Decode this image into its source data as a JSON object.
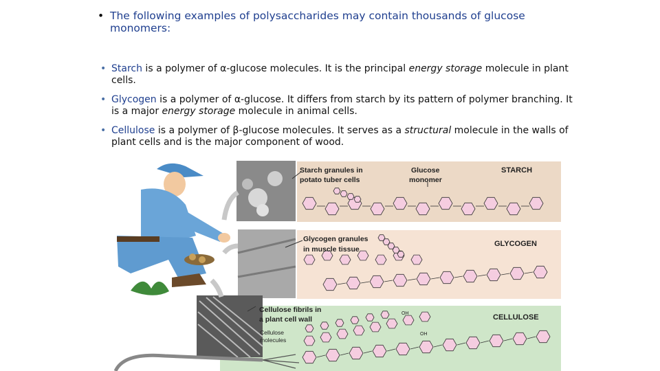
{
  "heading": {
    "bullet": "•",
    "text": "The following examples of polysaccharides may contain thousands of glucose monomers:"
  },
  "bullets": [
    {
      "term": "Starch",
      "pre": " is a polymer of α-glucose molecules. It is the principal ",
      "em": "energy storage",
      "post": " molecule in plant cells."
    },
    {
      "term": "Glycogen",
      "pre": " is a polymer of α-glucose. It differs from starch by its pattern of polymer branching. It is a major ",
      "em": "energy storage",
      "post": " molecule in animal cells."
    },
    {
      "term": "Cellulose",
      "pre": " is a polymer of β-glucose molecules. It serves as a ",
      "em": "structural",
      "post": " molecule in the walls of plant cells and is the major component of wood."
    }
  ],
  "figure": {
    "starch_granules_label_1": "Starch granules in",
    "starch_granules_label_2": "potato tuber cells",
    "glucose_label_1": "Glucose",
    "glucose_label_2": "monomer",
    "starch_title": "STARCH",
    "glycogen_granules_label_1": "Glycogen granules",
    "glycogen_granules_label_2": "in muscle tissue",
    "glycogen_title": "GLYCOGEN",
    "cellulose_fibrils_label_1": "Cellulose fibrils in",
    "cellulose_fibrils_label_2": "a plant cell wall",
    "cellulose_molecules_label_1": "Cellulose",
    "cellulose_molecules_label_2": "molecules",
    "cellulose_title": "CELLULOSE",
    "oh_label": "OH",
    "panel_colors": {
      "starch": "#ecd9c6",
      "glycogen": "#f6e3d4",
      "cellulose": "#cfe6c9"
    },
    "hexagon_color": "#f5cde0"
  }
}
